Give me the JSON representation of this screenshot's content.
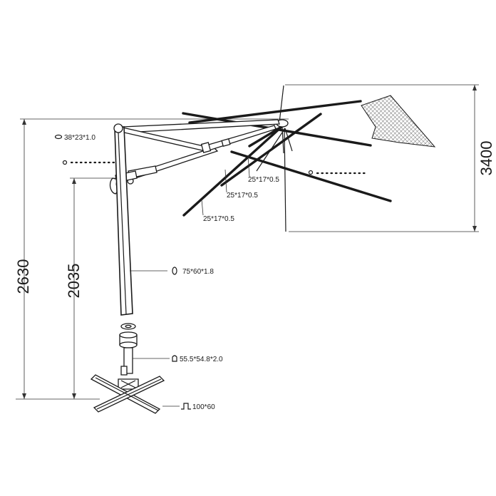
{
  "dimensions": {
    "overall_height": "2630",
    "pole_height": "2035",
    "canopy_height": "3400"
  },
  "profiles": {
    "arm_profile": "38*23*1.0",
    "rib_upper": "25*17*0.5",
    "rib_middle": "25*17*0.5",
    "rib_lower": "25*17*0.5",
    "pole_profile": "75*60*1.8",
    "base_tube": "55.5*54.8*2.0",
    "cross_base": "100*60"
  },
  "colors": {
    "line": "#1a1a1a",
    "fabric_hatch": "#555555"
  }
}
